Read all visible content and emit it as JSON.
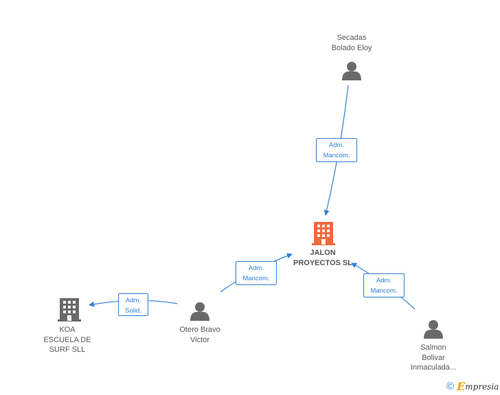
{
  "colors": {
    "edge": "#2e7fd6",
    "focal_company": "#f26a3b",
    "company": "#6a6a6a",
    "person": "#6a6a6a",
    "brand_e": "#f2a20c"
  },
  "nodes": {
    "secadas": {
      "line1": "Secadas",
      "line2": "Bolado Eloy",
      "icon": "person-icon"
    },
    "jalon": {
      "line1": "JALON",
      "line2": "PROYECTOS SL",
      "icon": "building-icon"
    },
    "otero": {
      "line1": "Otero Bravo",
      "line2": "Victor",
      "icon": "person-icon"
    },
    "koa": {
      "line1": "KOA",
      "line2": "ESCUELA DE",
      "line3": "SURF SLL",
      "icon": "building-icon"
    },
    "salmon": {
      "line1": "Salmon",
      "line2": "Bolivar",
      "line3": "Inmaculada...",
      "icon": "person-icon"
    }
  },
  "edges": {
    "secadas_jalon": {
      "line1": "Adm.",
      "line2": "Mancom."
    },
    "otero_jalon": {
      "line1": "Adm.",
      "line2": "Mancom."
    },
    "salmon_jalon": {
      "line1": "Adm.",
      "line2": "Mancom."
    },
    "otero_koa": {
      "line1": "Adm.",
      "line2": "Solid."
    }
  },
  "footer": {
    "copyright_symbol": "©",
    "brand_initial": "E",
    "brand_rest": "mpresia"
  }
}
